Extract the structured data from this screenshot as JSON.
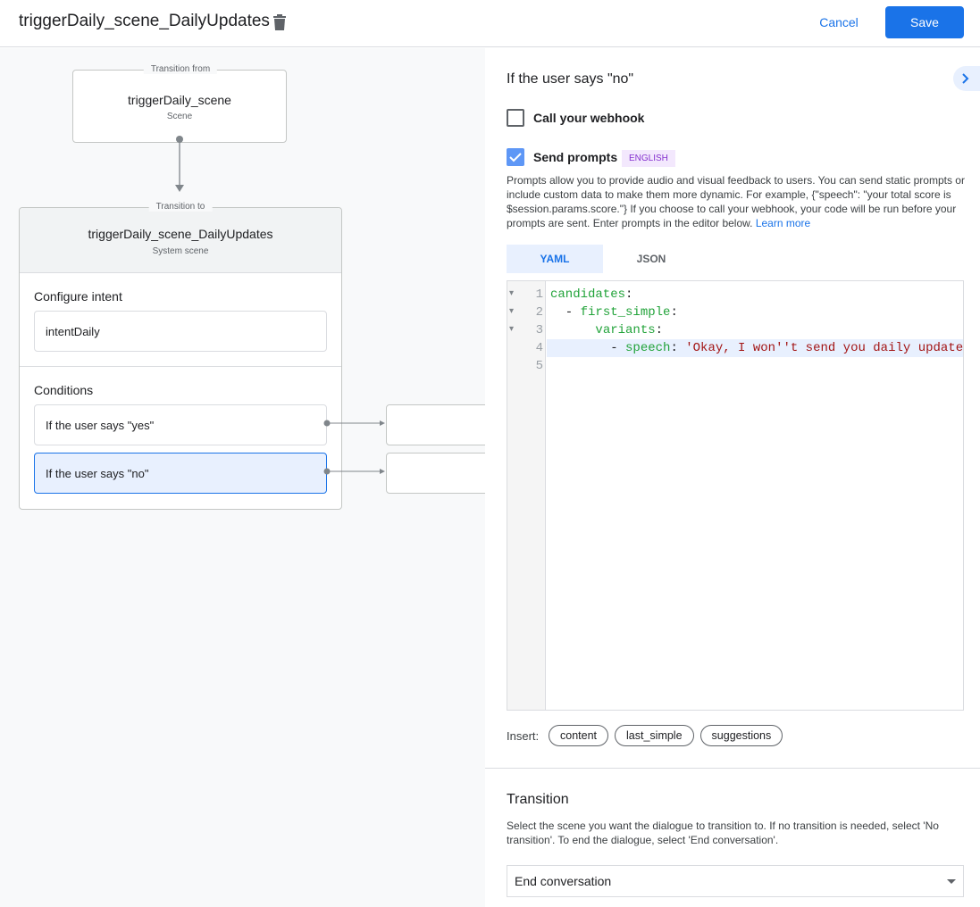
{
  "header": {
    "title": "triggerDaily_scene_DailyUpdates",
    "cancel_label": "Cancel",
    "save_label": "Save"
  },
  "canvas": {
    "from": {
      "legend": "Transition from",
      "name": "triggerDaily_scene",
      "type": "Scene"
    },
    "to": {
      "legend": "Transition to",
      "name": "triggerDaily_scene_DailyUpdates",
      "type": "System scene"
    },
    "configure_intent": {
      "label": "Configure intent",
      "value": "intentDaily"
    },
    "conditions": {
      "label": "Conditions",
      "items": [
        {
          "label": "If the user says \"yes\"",
          "selected": false
        },
        {
          "label": "If the user says \"no\"",
          "selected": true
        }
      ]
    }
  },
  "panel": {
    "title": "If the user says \"no\"",
    "webhook": {
      "label": "Call your webhook",
      "checked": false
    },
    "prompts": {
      "label": "Send prompts",
      "checked": true,
      "badge": "ENGLISH",
      "description": "Prompts allow you to provide audio and visual feedback to users. You can send static prompts or include custom data to make them more dynamic. For example, {\"speech\": \"your total score is $session.params.score.\"} If you choose to call your webhook, your code will be run before your prompts are sent. Enter prompts in the editor below.",
      "learn_more": "Learn more"
    },
    "tabs": [
      {
        "label": "YAML",
        "active": true
      },
      {
        "label": "JSON",
        "active": false
      }
    ],
    "editor": {
      "lines": [
        {
          "n": "1",
          "parts": [
            [
              "k",
              "candidates"
            ],
            [
              "p",
              ":"
            ]
          ]
        },
        {
          "n": "2",
          "parts": [
            [
              "p",
              "  - "
            ],
            [
              "k",
              "first_simple"
            ],
            [
              "p",
              ":"
            ]
          ]
        },
        {
          "n": "3",
          "parts": [
            [
              "p",
              "      "
            ],
            [
              "k",
              "variants"
            ],
            [
              "p",
              ":"
            ]
          ]
        },
        {
          "n": "4",
          "parts": [
            [
              "p",
              "        - "
            ],
            [
              "k",
              "speech"
            ],
            [
              "p",
              ": "
            ],
            [
              "s",
              "'Okay, I won''t send you daily update"
            ]
          ]
        },
        {
          "n": "5",
          "parts": []
        }
      ],
      "active_line": 4
    },
    "insert": {
      "label": "Insert:",
      "chips": [
        "content",
        "last_simple",
        "suggestions"
      ]
    },
    "transition": {
      "title": "Transition",
      "description": "Select the scene you want the dialogue to transition to. If no transition is needed, select 'No transition'. To end the dialogue, select 'End conversation'.",
      "selected": "End conversation"
    }
  },
  "colors": {
    "accent": "#1a73e8",
    "yaml_key": "#22a33a",
    "yaml_string": "#a31515",
    "badge_bg": "#f3e8fd",
    "badge_text": "#8430ce"
  }
}
